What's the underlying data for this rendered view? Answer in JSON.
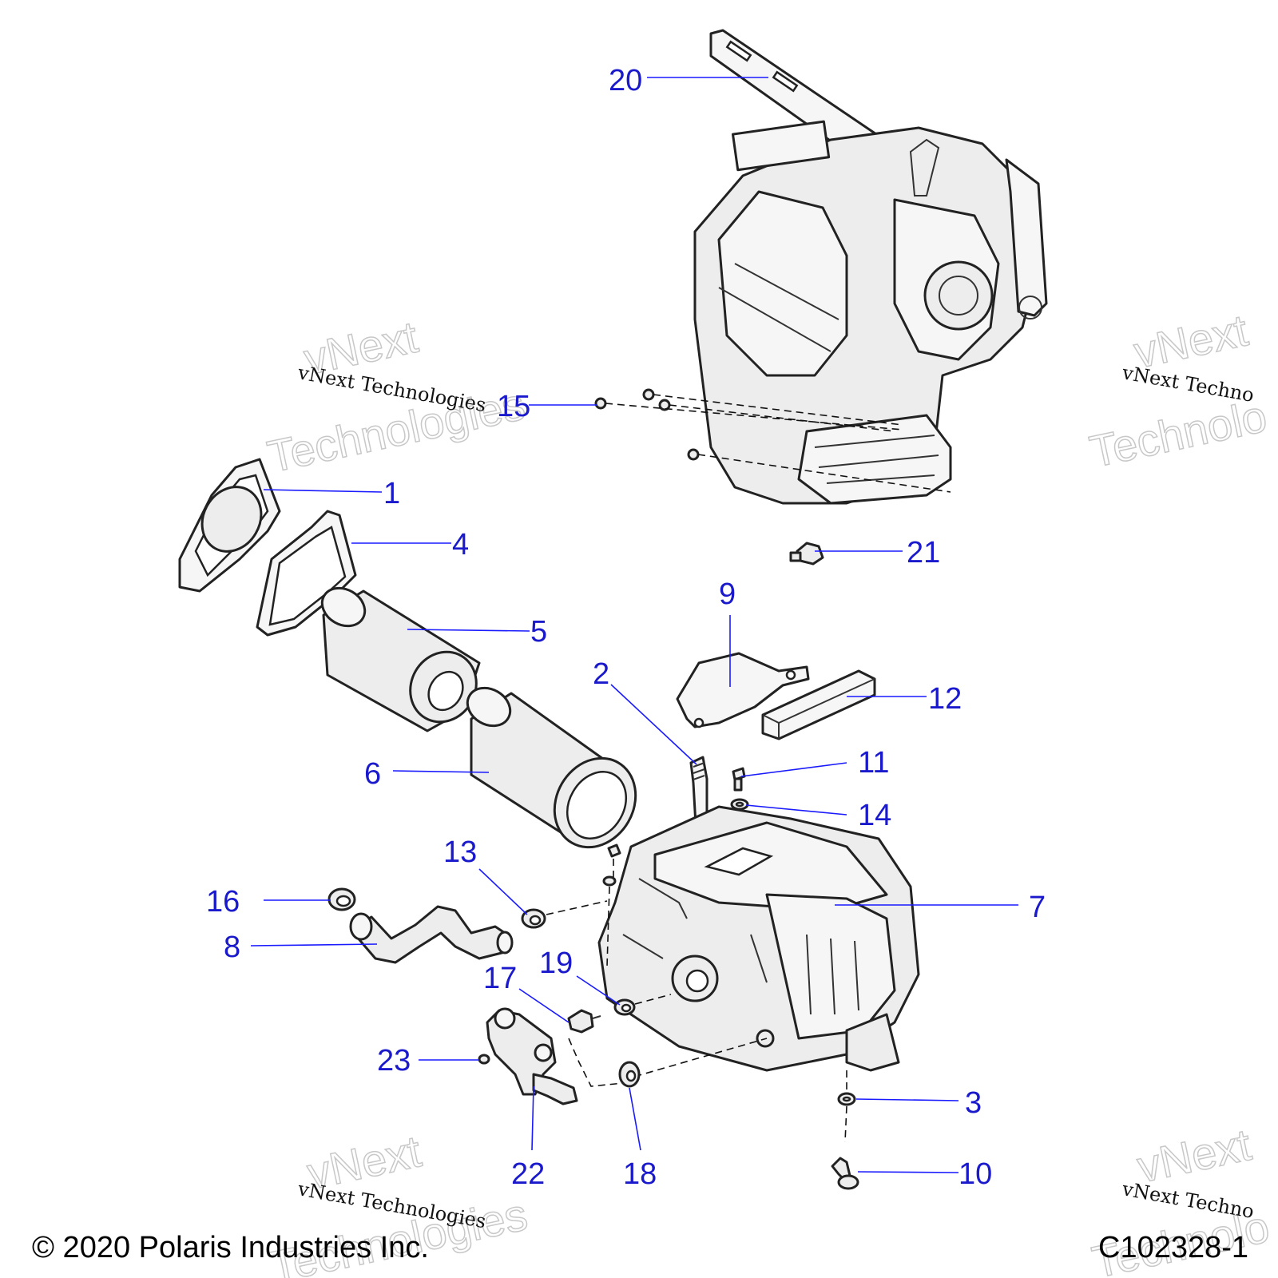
{
  "callouts": {
    "c1": "1",
    "c2": "2",
    "c3": "3",
    "c4": "4",
    "c5": "5",
    "c6": "6",
    "c7": "7",
    "c8": "8",
    "c9": "9",
    "c10": "10",
    "c11": "11",
    "c12": "12",
    "c13": "13",
    "c14": "14",
    "c15": "15",
    "c16": "16",
    "c17": "17",
    "c18": "18",
    "c19": "19",
    "c20": "20",
    "c21": "21",
    "c22": "22",
    "c23": "23"
  },
  "watermark": {
    "line_small": "vNext Technologies",
    "line_big_1": "vNext",
    "line_big_2": "Technologies",
    "line_small_clip": "vNext Techno",
    "line_big_clip_1": "vNext",
    "line_big_clip_2": "Technolo"
  },
  "footer": {
    "copyright": "© 2020 Polaris Industries Inc.",
    "figure_code": "C102328-1"
  },
  "colors": {
    "callout": "#1a1acc",
    "leader": "#1a1aff"
  }
}
